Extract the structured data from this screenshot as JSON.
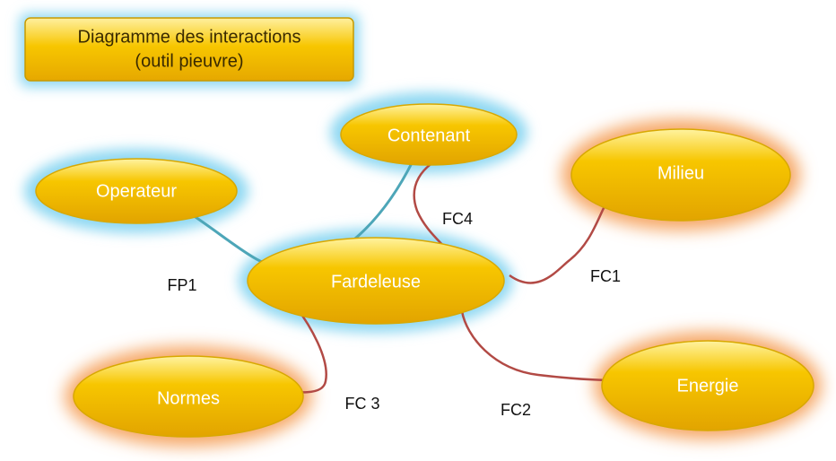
{
  "title": {
    "line1": "Diagramme des interactions",
    "line2": "(outil pieuvre)"
  },
  "nodes": {
    "contenant": "Contenant",
    "milieu": "Milieu",
    "operateur": "Operateur",
    "fardeleuse": "Fardeleuse",
    "normes": "Normes",
    "energie": "Energie"
  },
  "connections": {
    "fp1": "FP1",
    "fc1": "FC1",
    "fc2": "FC2",
    "fc3": "FC 3",
    "fc4": "FC4"
  },
  "colors": {
    "node_fill": "#f7c600",
    "node_stroke": "#d8a800",
    "glow_blue": "#8fd8f2",
    "glow_orange": "#f6a868",
    "line_fp1": "#4da6b8",
    "line_fc": "#b24a45"
  }
}
